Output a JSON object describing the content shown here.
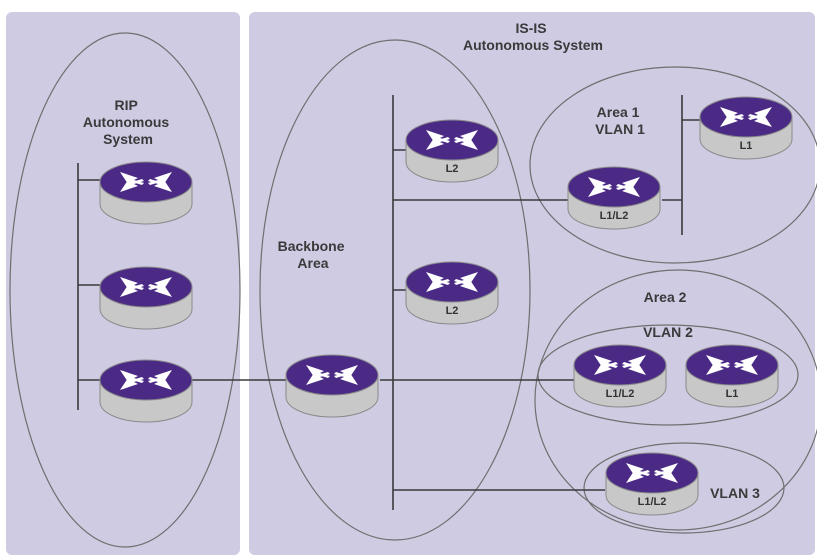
{
  "colors": {
    "panel": "#cecbe3",
    "router_top": "#4b2a86",
    "router_body": "#c8c8c8",
    "router_arrow": "#ffffff",
    "line": "#3a3a3a"
  },
  "labels": {
    "rip_title": [
      "RIP",
      "Autonomous",
      "System"
    ],
    "isis_title": [
      "IS-IS",
      "Autonomous System"
    ],
    "backbone": [
      "Backbone",
      "Area"
    ],
    "area1": [
      "Area 1",
      "VLAN 1"
    ],
    "area2": "Area 2",
    "vlan2": "VLAN 2",
    "vlan3": "VLAN 3"
  },
  "routers": {
    "rip_1": "",
    "rip_2": "",
    "rip_3": "",
    "backbone_edge": "",
    "bb_l2_top": "L2",
    "bb_l2_mid": "L2",
    "area1_l1l2": "L1/L2",
    "area1_l1": "L1",
    "vlan2_l1l2": "L1/L2",
    "vlan2_l1": "L1",
    "vlan3_l1l2": "L1/L2"
  }
}
